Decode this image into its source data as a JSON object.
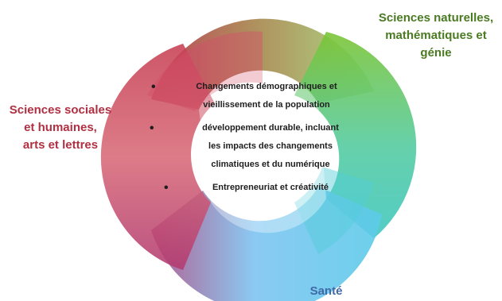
{
  "domains": {
    "sciences_naturelles": [
      "Sciences naturelles,",
      "mathématiques et",
      "génie"
    ],
    "sciences_sociales": [
      "Sciences sociales",
      "et humaines,",
      "arts et lettres"
    ],
    "sante": "Santé"
  },
  "themes": [
    [
      "Changements démographiques et",
      "vieillissement de la population"
    ],
    [
      "développement durable, incluant",
      "les impacts des changements",
      "climatiques et du numérique"
    ],
    [
      "Entrepreneuriat et créativité"
    ]
  ],
  "colors": {
    "sciences_naturelles": "#8cc63f",
    "sciences_sociales": "#c94a5a",
    "sante": "#5bc3ee",
    "teal": "#4fd0b0",
    "olive": "#8a9a3a",
    "purple": "#9a3a7a"
  }
}
